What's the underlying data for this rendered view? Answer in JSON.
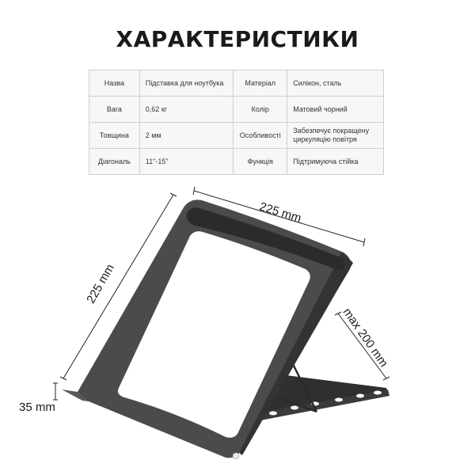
{
  "title": "ХАРАКТЕРИСТИКИ",
  "specs": {
    "rows": [
      {
        "k1": "Назва",
        "v1": "Підставка для ноутбука",
        "k2": "Матеріал",
        "v2": "Силікон, сталь"
      },
      {
        "k1": "Вага",
        "v1": "0,62 кг",
        "k2": "Колір",
        "v2": "Матовий чорний"
      },
      {
        "k1": "Товщина",
        "v1": "2 мм",
        "k2": "Особливості",
        "v2": "Забезпечує покращену циркуляцію повітря"
      },
      {
        "k1": "Діагональ",
        "v1": "11\"-15\"",
        "k2": "Функція",
        "v2": "Підтримуюча стійка"
      }
    ]
  },
  "dimensions": {
    "width": "225 mm",
    "length": "225 mm",
    "max_height": "max 200 mm",
    "min_height": "35 mm"
  },
  "colors": {
    "stand_body": "#4a4a4a",
    "stand_edge": "#6b6b6b",
    "pad": "#2b2b2b",
    "base": "#333333",
    "table_bg": "#f7f7f7",
    "table_border": "#cfcfcf"
  }
}
